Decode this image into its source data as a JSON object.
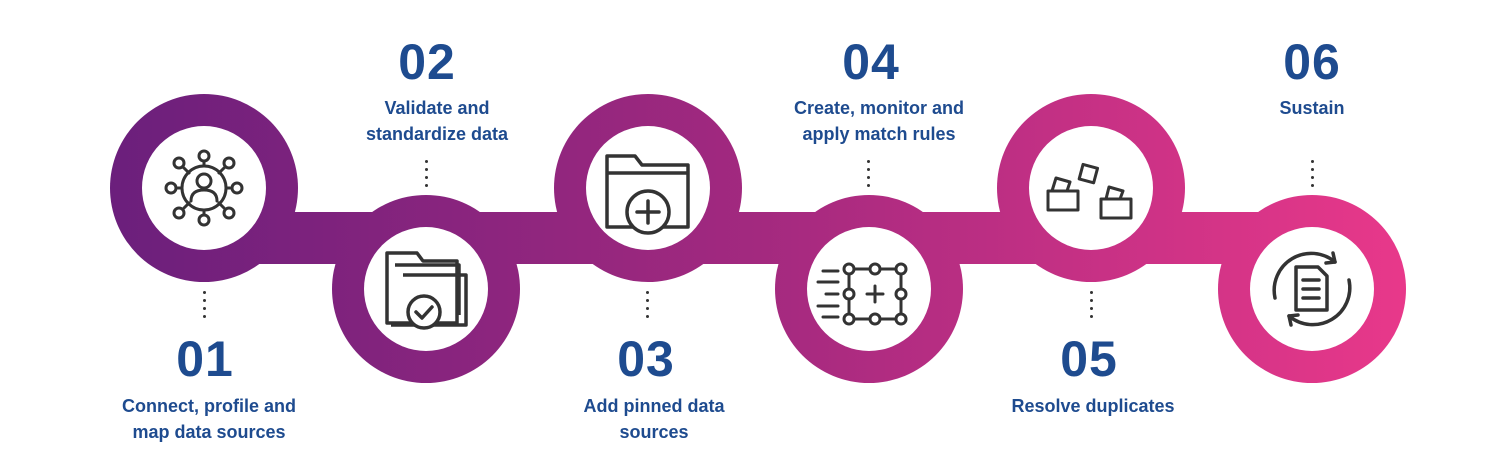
{
  "colors": {
    "start": "#6b1f7c",
    "mid": "#a3297f",
    "end": "#e8388a",
    "text": "#1e4b8f",
    "icon": "#333333"
  },
  "steps": [
    {
      "number": "01",
      "title_line1": "Connect, profile and",
      "title_line2": "map data sources",
      "icon": "network-person-icon"
    },
    {
      "number": "02",
      "title_line1": "Validate and",
      "title_line2": "standardize data",
      "icon": "folder-check-icon"
    },
    {
      "number": "03",
      "title_line1": "Add pinned data",
      "title_line2": "sources",
      "icon": "folder-add-icon"
    },
    {
      "number": "04",
      "title_line1": "Create, monitor and",
      "title_line2": "apply match rules",
      "icon": "match-grid-icon"
    },
    {
      "number": "05",
      "title_line1": "Resolve duplicates",
      "title_line2": "",
      "icon": "duplicate-folders-icon"
    },
    {
      "number": "06",
      "title_line1": "Sustain",
      "title_line2": "",
      "icon": "refresh-document-icon"
    }
  ]
}
